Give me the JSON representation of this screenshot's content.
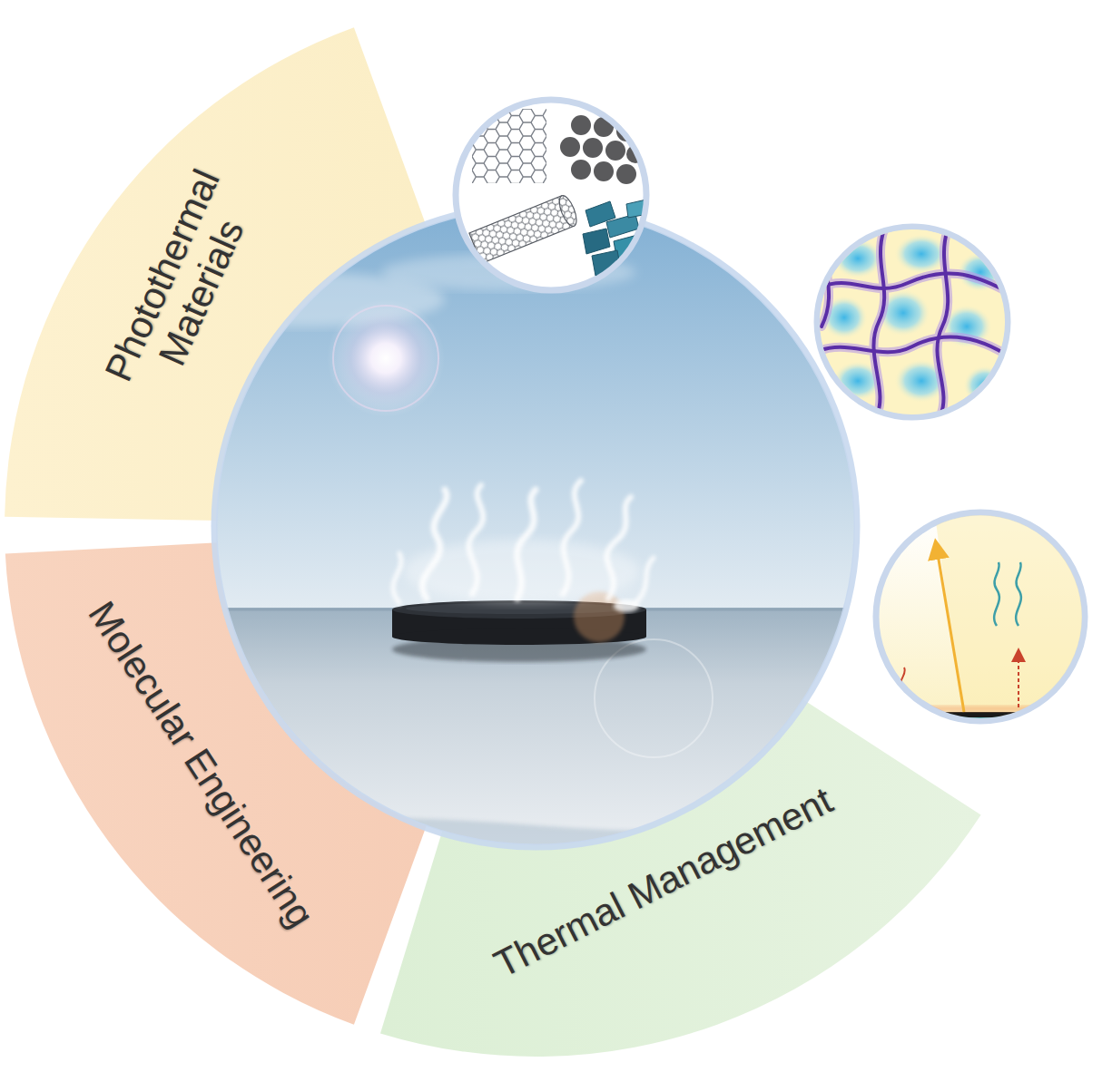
{
  "diagram": {
    "nodes": [
      {
        "text": [
          "Photothermal Materials"
        ]
      },
      {
        "text": [
          "Molecular Engineering"
        ]
      },
      {
        "text": [
          "Thermal Management"
        ]
      }
    ]
  }
}
